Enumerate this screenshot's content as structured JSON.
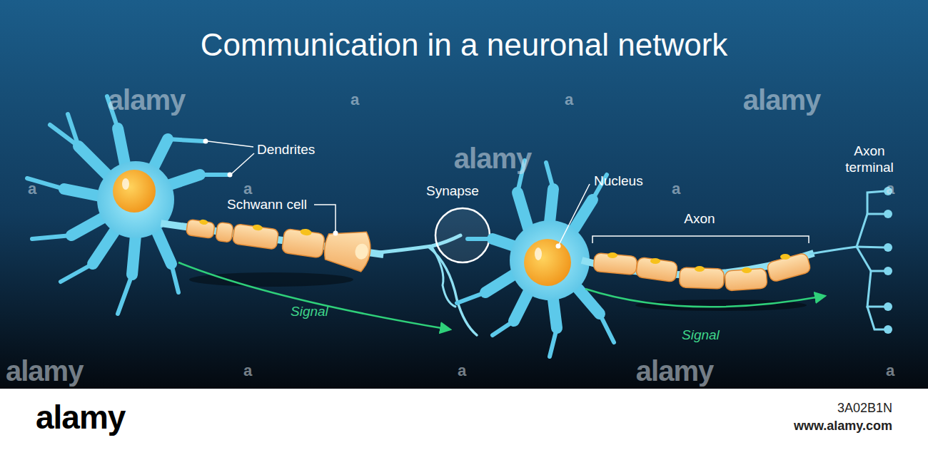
{
  "diagram": {
    "title": "Communication in a neuronal network",
    "labels": [
      "Dendrites",
      "Schwann cell",
      "Synapse",
      "Nucleus",
      "Axon",
      "Axon terminal",
      "Signal",
      "Signal",
      "alamy",
      "a",
      "a",
      "alamy",
      "a",
      "a",
      "alamy",
      "a",
      "a",
      "alamy",
      "a",
      "a",
      "alamy",
      "a",
      "alamy",
      "3A02B1N",
      "www.alamy.com"
    ]
  }
}
